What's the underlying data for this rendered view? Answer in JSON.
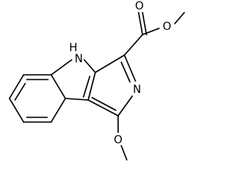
{
  "molecule": {
    "atom_labels": {
      "indole_nh": "H",
      "indole_n": "N",
      "pyridine_n": "N",
      "carbonyl_o": "O",
      "ester_o": "O",
      "methoxy_o": "O"
    }
  }
}
